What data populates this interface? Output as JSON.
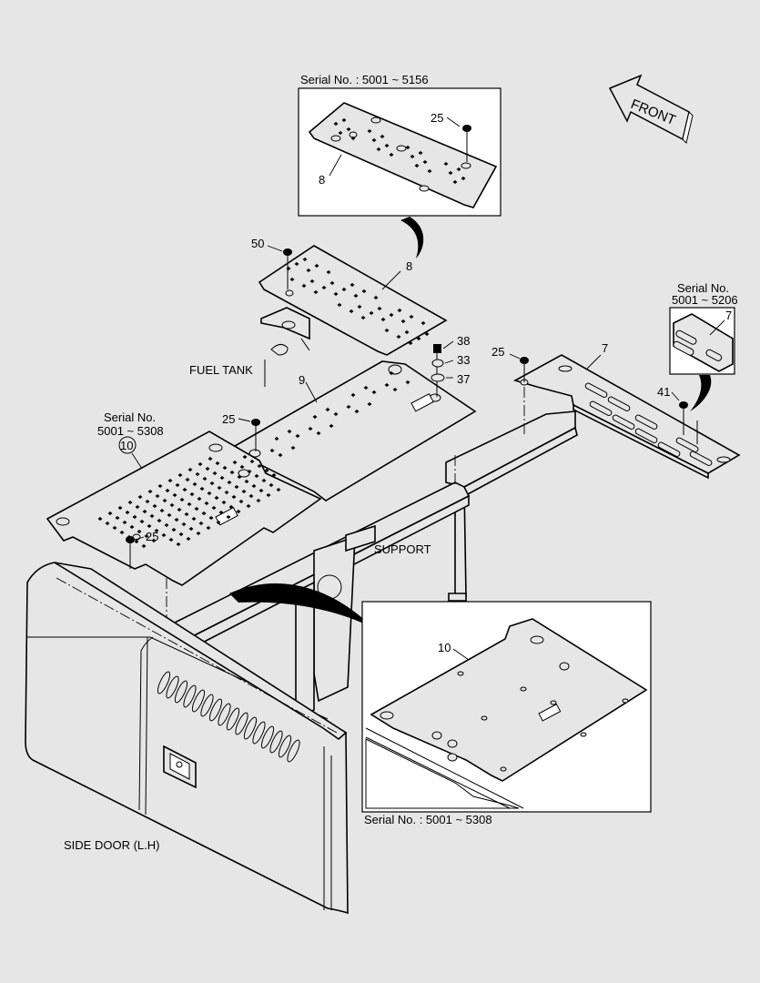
{
  "labels": {
    "serial_top": "Serial No. : 5001 ~ 5156",
    "front": "FRONT",
    "fuel_tank": "FUEL TANK",
    "support": "SUPPORT",
    "side_door": "SIDE DOOR (L.H)",
    "serial_right_line1": "Serial No.",
    "serial_right_line2": "5001 ~ 5206",
    "serial_left_line1": "Serial No.",
    "serial_left_line2": "5001 ~ 5308",
    "serial_bottom": "Serial No. : 5001 ~ 5308"
  },
  "part_numbers": {
    "inset_top_bolt": "25",
    "inset_top_plate": "8",
    "bolt_50": "50",
    "plate_8": "8",
    "bolt_38": "38",
    "washer_33": "33",
    "washer_37": "37",
    "plate_9": "9",
    "bolt_25_mid": "25",
    "bolt_25_right": "25",
    "plate_7": "7",
    "inset_right_plate": "7",
    "bolt_41": "41",
    "plate_10_circled": "10",
    "bolt_25_left": "25",
    "inset_bottom_plate": "10"
  },
  "colors": {
    "background": "#e6e6e6",
    "line": "#000000",
    "inset_fill": "#ffffff"
  }
}
